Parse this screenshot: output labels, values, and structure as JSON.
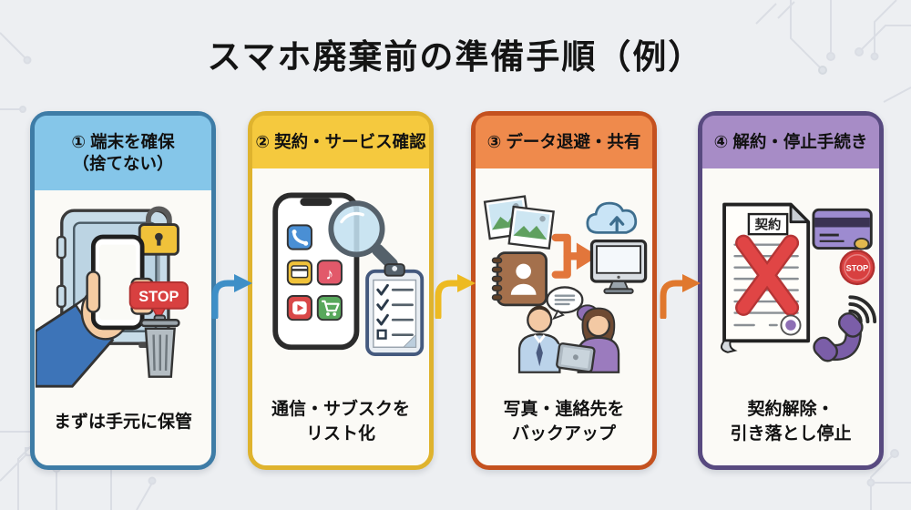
{
  "title": "スマホ廃棄前の準備手順（例）",
  "background_color": "#EDEFF2",
  "card_body_color": "#FBFAF6",
  "steps": [
    {
      "header": {
        "line1": "① 端末を確保",
        "line2": "（捨てない）"
      },
      "caption": {
        "line1": "まずは手元に保管",
        "line2": ""
      },
      "colors": {
        "border": "#3E7CA6",
        "header_bg": "#85C6E9"
      },
      "illustration": {
        "name": "safe-hand-phone-stop-trash",
        "stop_label": "STOP"
      }
    },
    {
      "header": {
        "line1": "② 契約・サービス確認",
        "line2": ""
      },
      "caption": {
        "line1": "通信・サブスクを",
        "line2": "リスト化"
      },
      "colors": {
        "border": "#DFB32E",
        "header_bg": "#F5C93E"
      },
      "illustration": {
        "name": "phone-apps-magnifier-checklist"
      }
    },
    {
      "header": {
        "line1": "③ データ退避・共有",
        "line2": ""
      },
      "caption": {
        "line1": "写真・連絡先を",
        "line2": "バックアップ"
      },
      "colors": {
        "border": "#C4511F",
        "header_bg": "#EF8A4C"
      },
      "illustration": {
        "name": "photos-contacts-cloud-monitor-people"
      }
    },
    {
      "header": {
        "line1": "④ 解約・停止手続き",
        "line2": ""
      },
      "caption": {
        "line1": "契約解除・",
        "line2": "引き落とし停止"
      },
      "colors": {
        "border": "#584A80",
        "header_bg": "#A78CC6"
      },
      "illustration": {
        "name": "contract-x-card-stop-phone",
        "contract_label": "契約",
        "stop_label": "STOP"
      }
    }
  ],
  "arrows": [
    {
      "color": "#3E8FC7"
    },
    {
      "color": "#EDBA22"
    },
    {
      "color": "#E0782E"
    }
  ]
}
